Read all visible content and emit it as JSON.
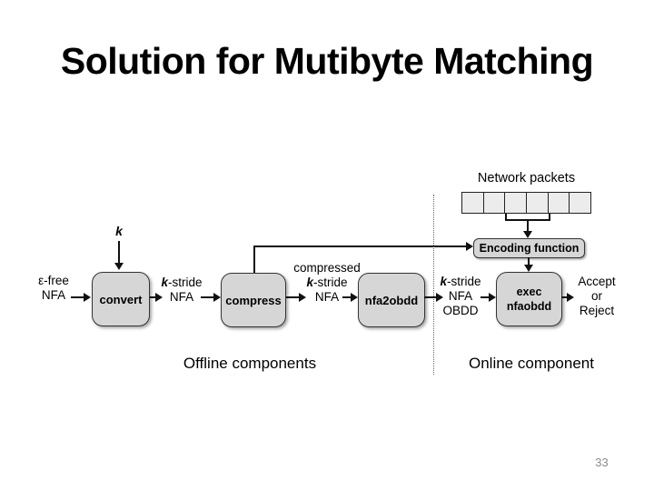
{
  "title": "Solution for Mutibyte Matching",
  "page_number": "33",
  "colors": {
    "box_fill": "#d6d6d6",
    "box_border": "#333333",
    "cell_fill": "#ececec",
    "arrow": "#111111",
    "page_number": "#8c8c8c"
  },
  "offline_section": {
    "caption": "Offline components",
    "k_param": "k",
    "input_label": {
      "line1": "ε-free",
      "line2": "NFA"
    },
    "convert_box": "convert",
    "kstride_nfa": {
      "k": "k",
      "stride": "-stride",
      "line2": "NFA"
    },
    "compress_box": "compress",
    "compressed_kstride_nfa": {
      "line1": "compressed",
      "k": "k",
      "stride": "-stride",
      "line3": "NFA"
    },
    "nfa2obdd_box": "nfa2obdd"
  },
  "online_section": {
    "caption": "Online component",
    "network_packets_label": "Network packets",
    "packet_cell_count": 6,
    "encoding_function_label": "Encoding function",
    "kstride_nfa_obdd": {
      "k": "k",
      "stride": "-stride",
      "line2": "NFA",
      "line3": "OBDD"
    },
    "exec_box": {
      "line1": "exec",
      "line2": "nfaobdd"
    },
    "output_label": {
      "line1": "Accept",
      "line2": "or",
      "line3": "Reject"
    }
  }
}
